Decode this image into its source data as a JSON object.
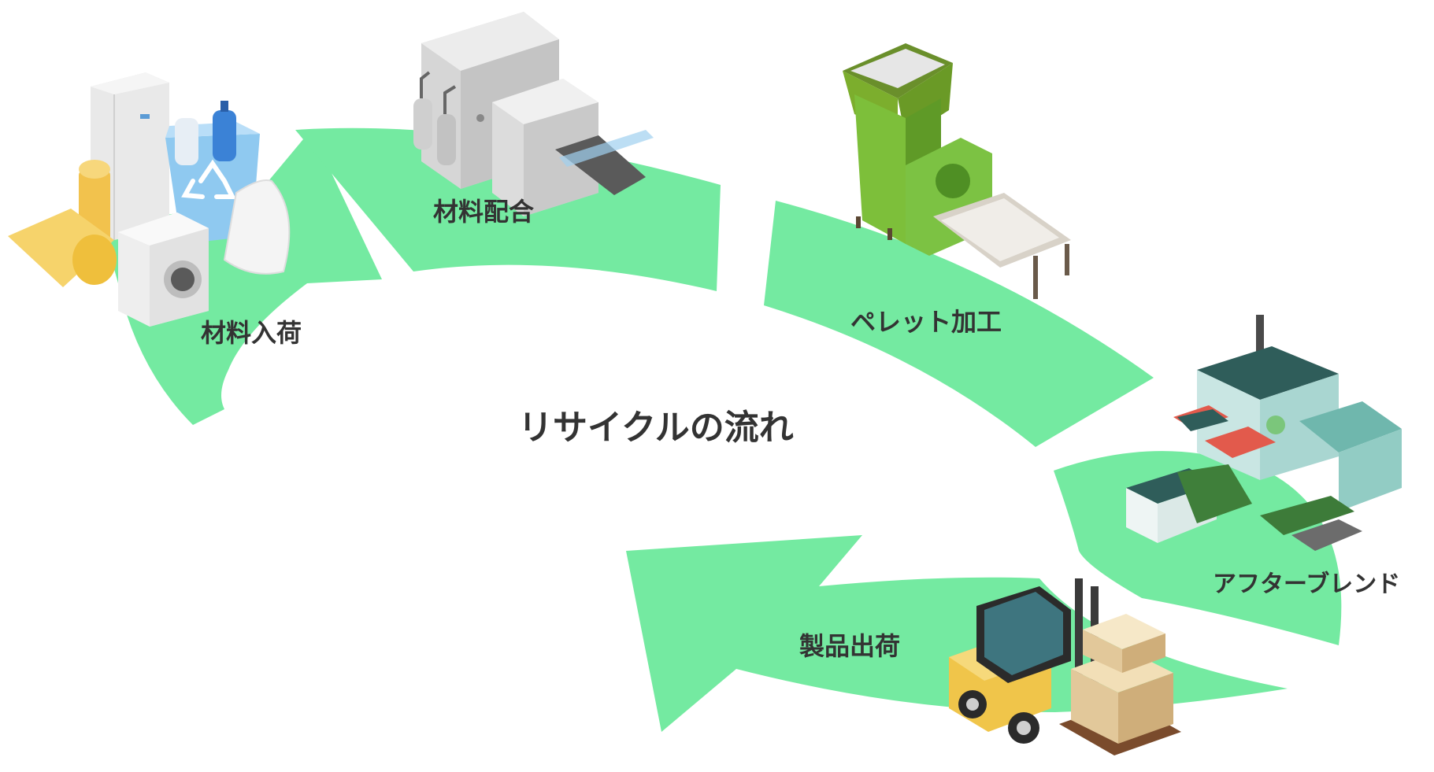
{
  "diagram": {
    "title": "リサイクルの流れ",
    "steps": [
      {
        "id": "intake",
        "label": "材料入荷"
      },
      {
        "id": "compound",
        "label": "材料配合"
      },
      {
        "id": "pellet",
        "label": "ペレット加工"
      },
      {
        "id": "after",
        "label": "アフターブレンド"
      },
      {
        "id": "ship",
        "label": "製品出荷"
      }
    ]
  },
  "colors": {
    "arrow": "#74eaa1",
    "text": "#333333",
    "background": "#ffffff"
  },
  "icons": {
    "intake": "recyclable-materials-icon",
    "compound": "compounding-machine-icon",
    "pellet": "pellet-extruder-icon",
    "after": "recycling-factory-icon",
    "ship": "forklift-shipping-icon"
  }
}
